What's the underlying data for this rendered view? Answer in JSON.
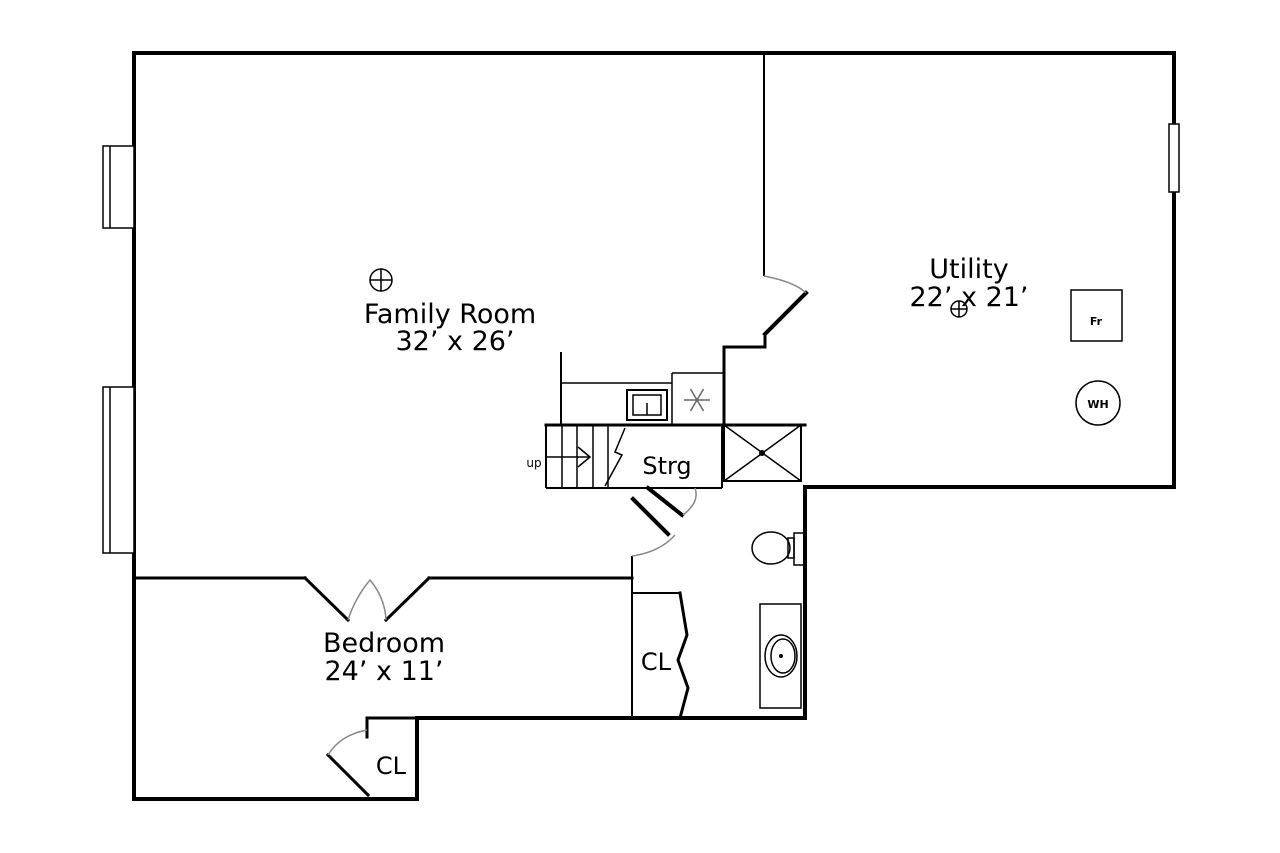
{
  "rooms": {
    "family_room": {
      "name": "Family Room",
      "size": "32’ x 26’"
    },
    "utility": {
      "name": "Utility",
      "size": "22’ x 21’"
    },
    "bedroom": {
      "name": "Bedroom",
      "size": "24’ x 11’"
    },
    "storage": {
      "name": "Strg"
    },
    "closet_bath": {
      "name": "CL"
    },
    "closet_bedroom": {
      "name": "CL"
    }
  },
  "fixtures": {
    "furnace": "Fr",
    "water_heater": "WH",
    "stairs": "up"
  }
}
